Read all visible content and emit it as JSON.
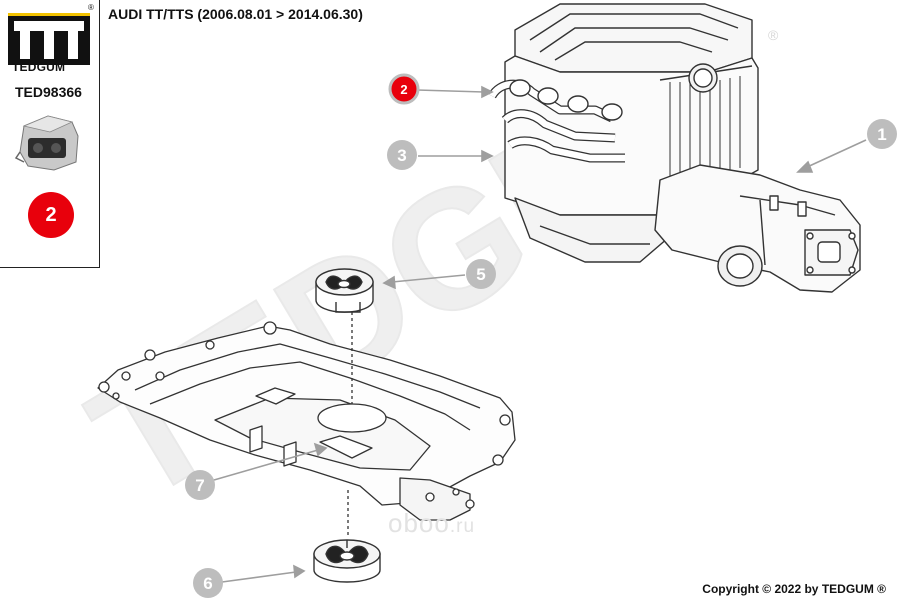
{
  "brand": {
    "name": "TEDGUM",
    "registered_mark": "®"
  },
  "part_number": "TED98366",
  "selected_callout": "2",
  "title": "AUDI TT/TTS (2006.08.01 > 2014.06.30)",
  "watermark": "TEDGUM",
  "site_mark": {
    "name": "oboo",
    "tld": ".ru"
  },
  "copyright": "Copyright © 2022 by TEDGUM ®",
  "colors": {
    "accent": "#e8000c",
    "callout_grey": "#bdbdbd",
    "line": "#333333",
    "watermark": "#eeeeee"
  },
  "callouts": [
    {
      "label": "1",
      "state": "inactive"
    },
    {
      "label": "2",
      "state": "active"
    },
    {
      "label": "3",
      "state": "inactive"
    },
    {
      "label": "5",
      "state": "inactive"
    },
    {
      "label": "6",
      "state": "inactive"
    },
    {
      "label": "7",
      "state": "inactive"
    }
  ]
}
